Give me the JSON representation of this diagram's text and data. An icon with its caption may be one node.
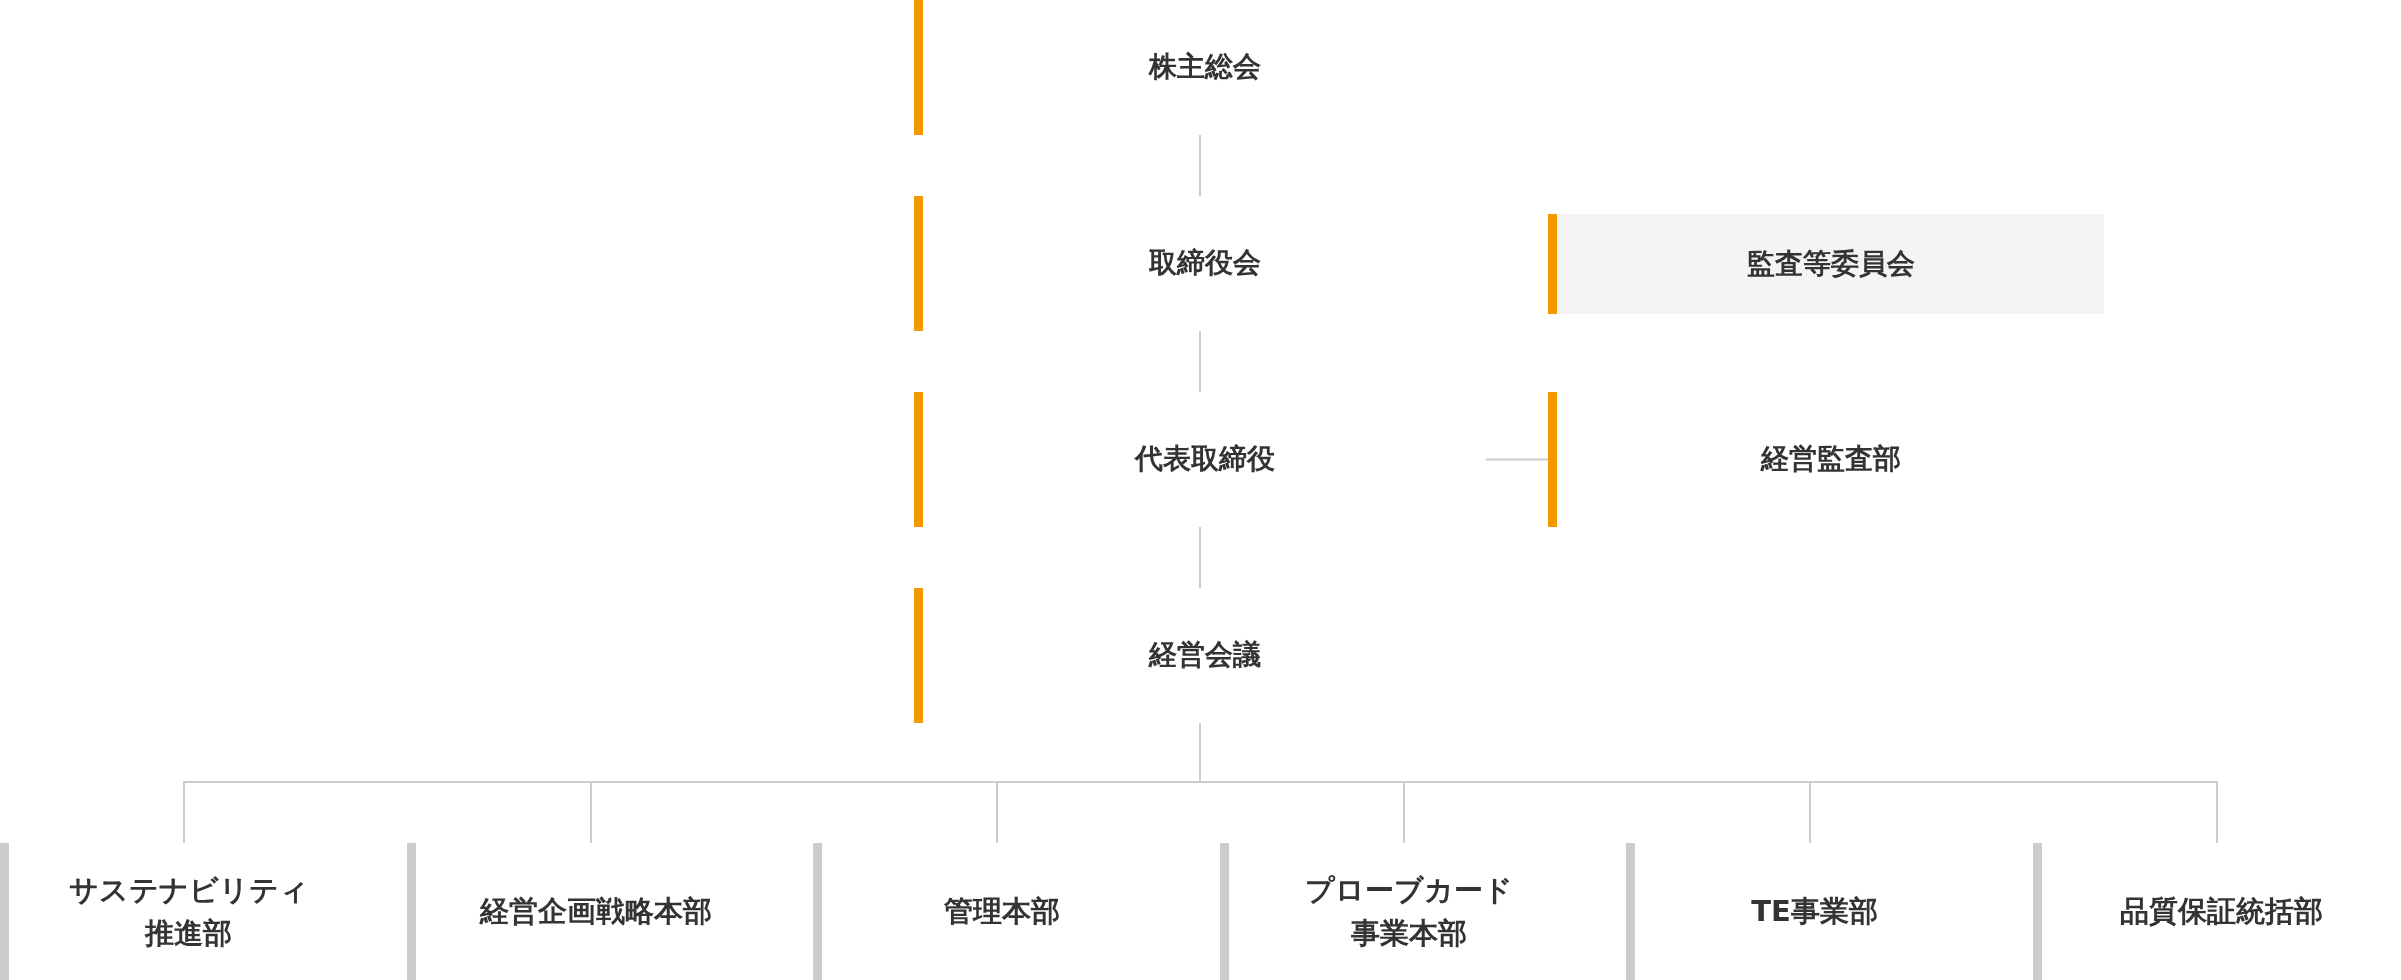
{
  "diagram": {
    "nodes": [
      {
        "text": [
          "株主総会"
        ]
      },
      {
        "text": [
          "取締役会"
        ]
      },
      {
        "text": [
          "代表取締役"
        ]
      },
      {
        "text": [
          "経営会議"
        ]
      },
      {
        "text": [
          "監査等委員会"
        ]
      },
      {
        "text": [
          "経営監査部"
        ]
      },
      {
        "text": [
          "サステナビリティ推進部"
        ]
      },
      {
        "text": [
          "経営企画戦略本部"
        ]
      },
      {
        "text": [
          "管理本部"
        ]
      },
      {
        "text": [
          "プローブカード事業本部"
        ]
      },
      {
        "text": [
          "TE事業部"
        ]
      },
      {
        "text": [
          "品質保証統括部"
        ]
      }
    ],
    "edges": [
      {
        "from": 0,
        "to": 1,
        "arrow": "none"
      },
      {
        "from": 1,
        "to": 2,
        "arrow": "none"
      },
      {
        "from": 2,
        "to": 5,
        "arrow": "none"
      },
      {
        "from": 2,
        "to": 3,
        "arrow": "none"
      },
      {
        "from": 3,
        "to": 6,
        "arrow": "none"
      },
      {
        "from": 3,
        "to": 7,
        "arrow": "none"
      },
      {
        "from": 3,
        "to": 8,
        "arrow": "none"
      },
      {
        "from": 3,
        "to": 9,
        "arrow": "none"
      },
      {
        "from": 3,
        "to": 10,
        "arrow": "none"
      },
      {
        "from": 3,
        "to": 11,
        "arrow": "none"
      }
    ]
  }
}
